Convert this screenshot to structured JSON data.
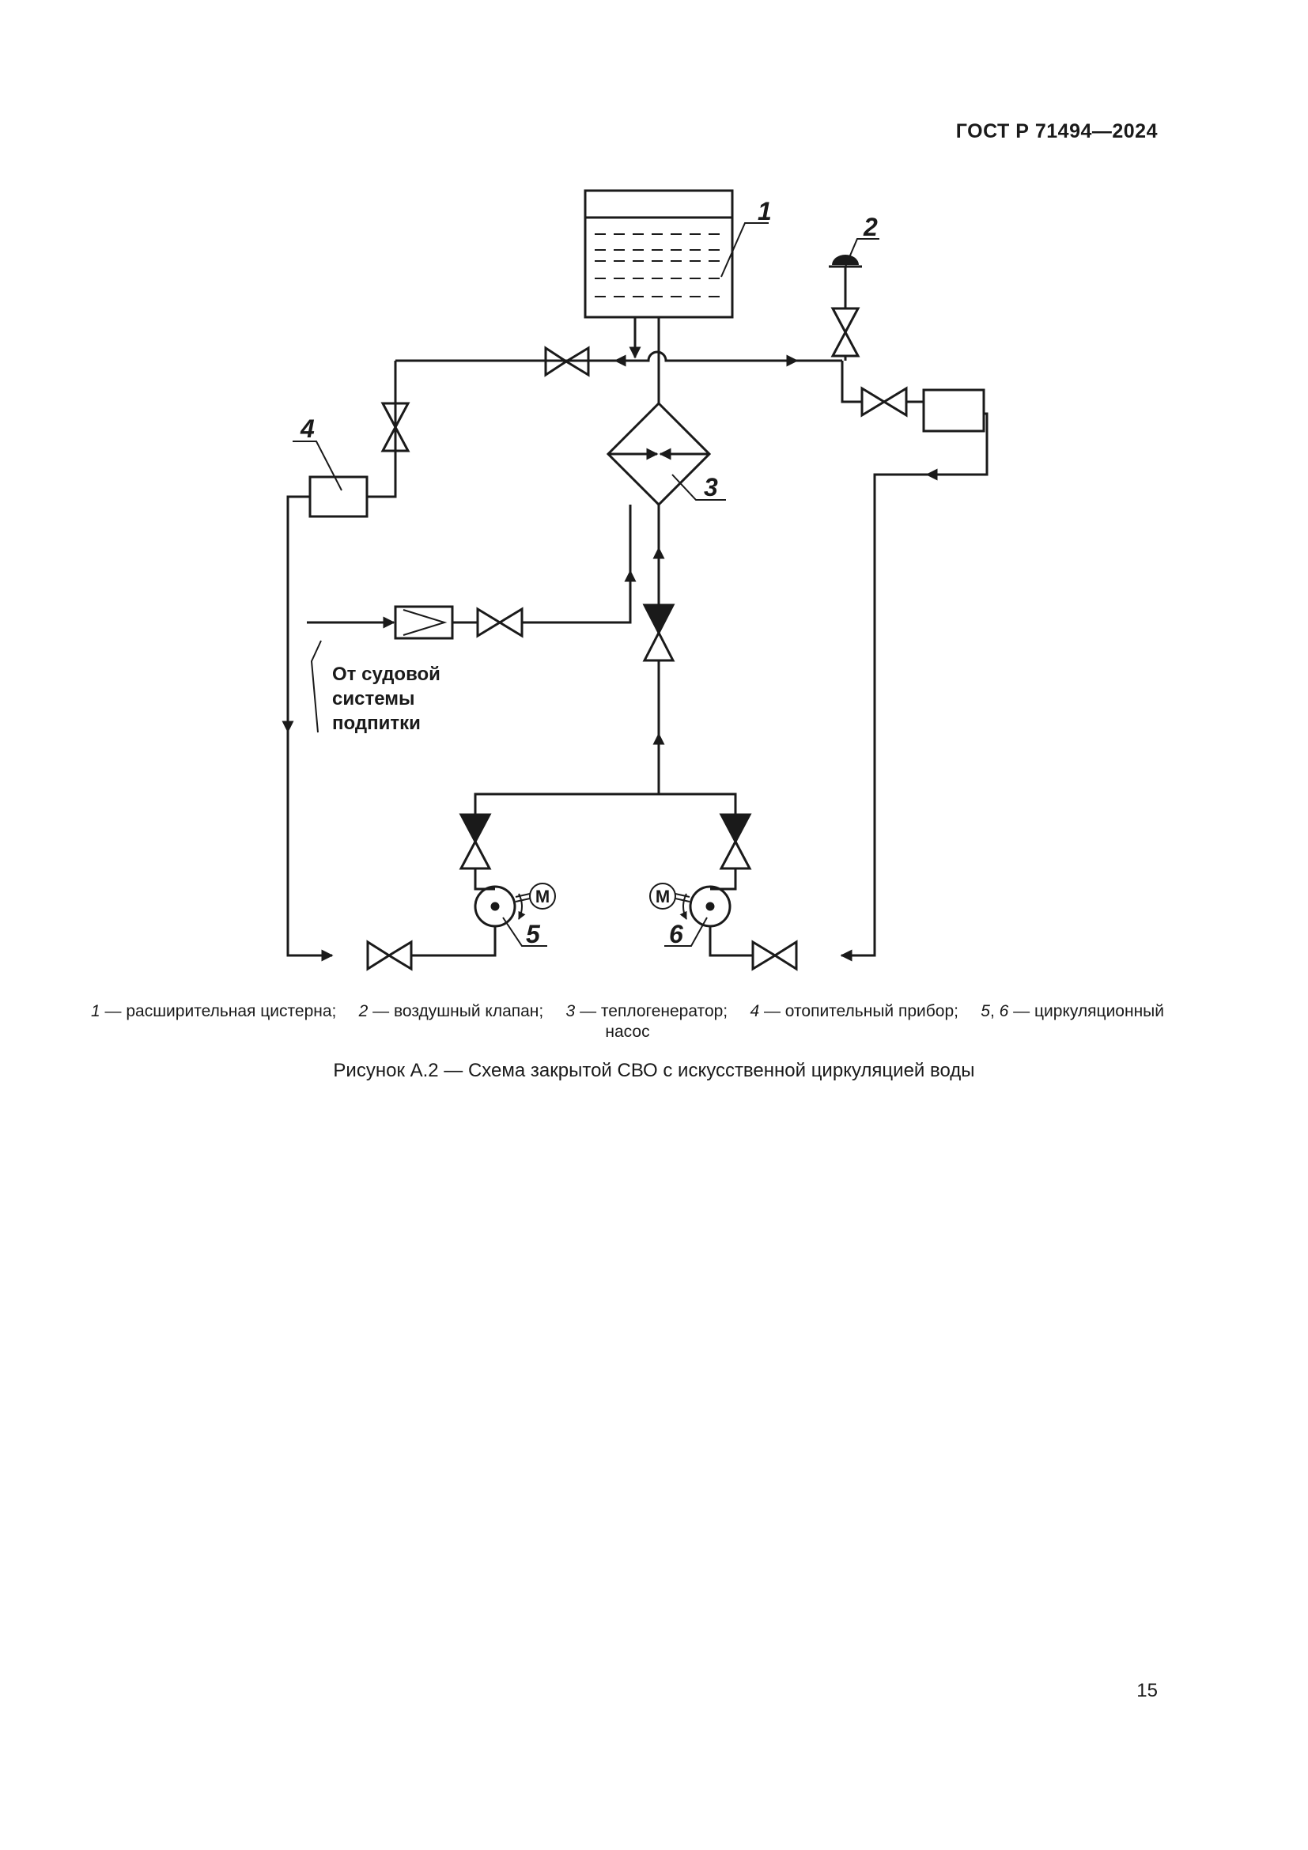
{
  "header": {
    "standard": "ГОСТ Р 71494—2024"
  },
  "diagram": {
    "labels": {
      "tank": "1",
      "air_valve": "2",
      "heat_generator": "3",
      "heater": "4",
      "pump_5": "5",
      "pump_6": "6"
    },
    "motor_label": "М",
    "make_up_note": [
      "От судовой",
      "системы",
      "подпитки"
    ]
  },
  "legend": {
    "items": [
      {
        "num": "1",
        "text": " — расширительная цистерна; "
      },
      {
        "num": "2",
        "text": " — воздушный клапан; "
      },
      {
        "num": "3",
        "text": " — теплогенератор; "
      },
      {
        "num": "4",
        "text": " — отопительный прибор; "
      },
      {
        "num": "5",
        "text": ", "
      },
      {
        "num": "6",
        "text": " — циркуляционный"
      }
    ],
    "continuation": "насос"
  },
  "caption": "Рисунок А.2 — Схема закрытой СВО с искусственной циркуляцией воды",
  "page_number": "15",
  "colors": {
    "ink": "#1a1a1a",
    "paper": "#ffffff"
  }
}
